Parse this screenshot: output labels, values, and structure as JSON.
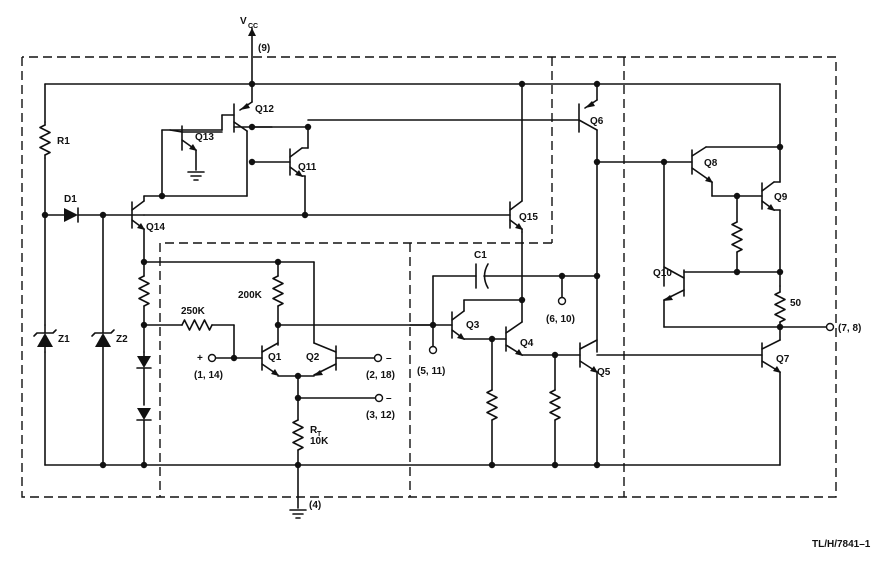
{
  "supply": {
    "label": "V",
    "sub": "CC",
    "pin": "(9)"
  },
  "ground_pin": "(4)",
  "footer": "TL/H/7841–1",
  "resistors": {
    "r1": "R1",
    "r250": "250K",
    "r200": "200K",
    "rt": "R",
    "rt_sub": "T",
    "rt_value": "10K",
    "r50": "50"
  },
  "diodes": {
    "d1": "D1",
    "z1": "Z1",
    "z2": "Z2"
  },
  "capacitor": "C1",
  "transistors": {
    "q1": "Q1",
    "q2": "Q2",
    "q3": "Q3",
    "q4": "Q4",
    "q5": "Q5",
    "q6": "Q6",
    "q7": "Q7",
    "q8": "Q8",
    "q9": "Q9",
    "q10": "Q10",
    "q11": "Q11",
    "q12": "Q12",
    "q13": "Q13",
    "q14": "Q14",
    "q15": "Q15"
  },
  "pins": {
    "in_plus_sign": "+",
    "in_plus": "(1, 14)",
    "in_minus_sign": "–",
    "in_minus": "(2, 18)",
    "third_sign": "–",
    "third": "(3, 12)",
    "comp_a": "(5, 11)",
    "comp_b": "(6, 10)",
    "output": "(7, 8)"
  }
}
